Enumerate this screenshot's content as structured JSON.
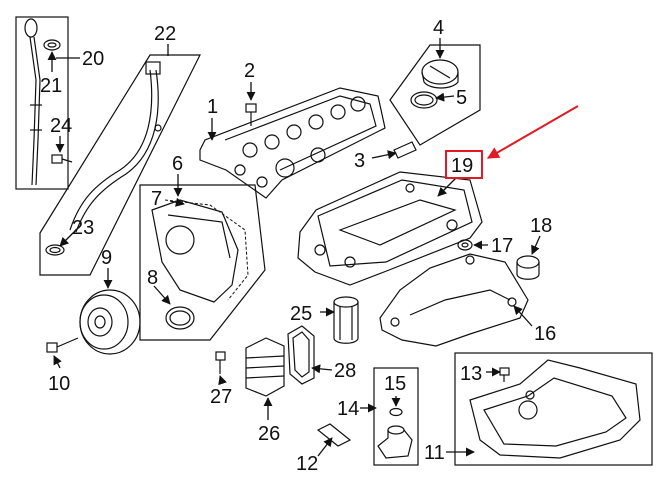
{
  "labels": {
    "l1": "1",
    "l2": "2",
    "l3": "3",
    "l4": "4",
    "l5": "5",
    "l6": "6",
    "l7": "7",
    "l8": "8",
    "l9": "9",
    "l10": "10",
    "l11": "11",
    "l12": "12",
    "l13": "13",
    "l14": "14",
    "l15": "15",
    "l16": "16",
    "l17": "17",
    "l18": "18",
    "l19": "19",
    "l20": "20",
    "l21": "21",
    "l22": "22",
    "l23": "23",
    "l24": "24",
    "l25": "25",
    "l26": "26",
    "l27": "27",
    "l28": "28"
  },
  "colors": {
    "line": "#111111",
    "highlight": "#e01b24",
    "background": "#ffffff"
  }
}
